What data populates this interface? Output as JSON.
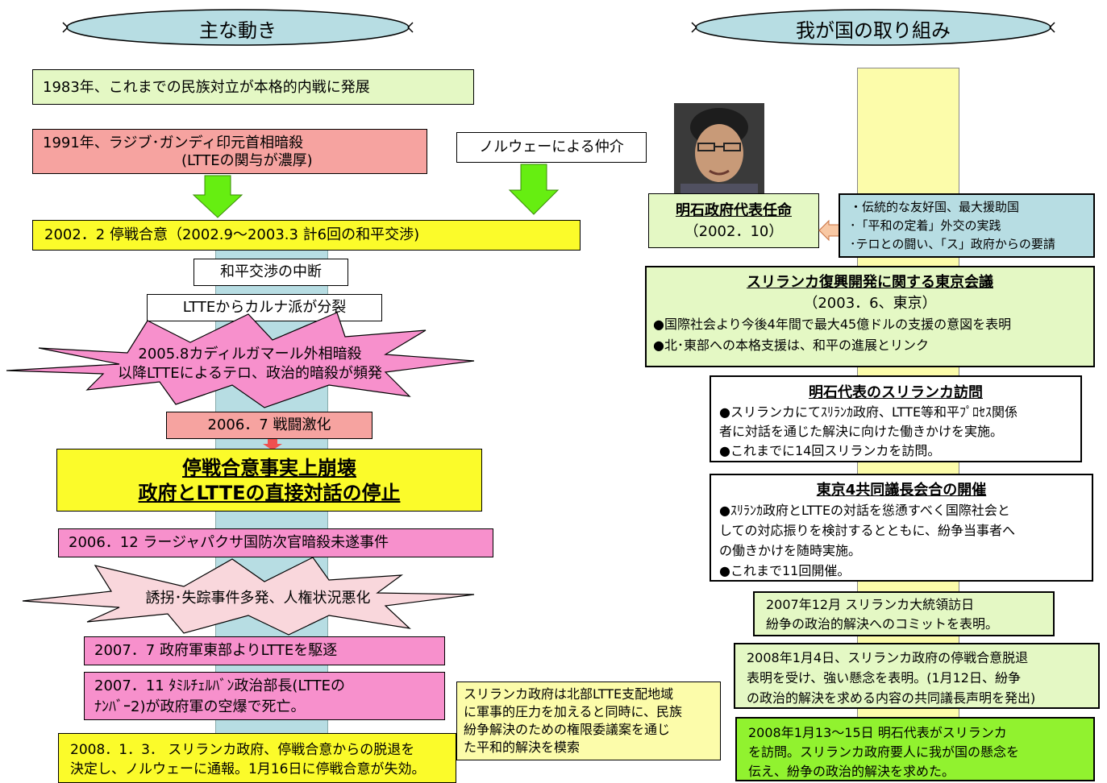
{
  "left_header": "主な動き",
  "right_header": "我が国の取り組み",
  "events": {
    "e1983": "1983年、これまでの民族対立が本格的内戦に発展",
    "e1991_l1": "1991年、ラジブ･ガンディ印元首相暗殺",
    "e1991_l2": "(LTTEの関与が濃厚)",
    "norway": "ノルウェーによる仲介",
    "e2002": "2002．2 停戦合意（2002.9～2003.3 計6回の和平交渉)",
    "suspend": "和平交渉の中断",
    "split": "LTTEからカルナ派が分裂",
    "e2005_l1": "2005.8カディルガマール外相暗殺",
    "e2005_l2": "以降LTTEによるテロ、政治的暗殺が頻発",
    "e2006_7": "2006．7 戦闘激化",
    "collapse_l1": "停戦合意事実上崩壊",
    "collapse_l2": "政府とLTTEの直接対話の停止",
    "e2006_12": "2006．12 ラージャパクサ国防次官暗殺未遂事件",
    "kidnap": "誘拐･失踪事件多発、人権状況悪化",
    "e2007_7": "2007．7 政府軍東部よりLTTEを駆逐",
    "e2007_11_l1": "2007．11 ﾀﾐﾙﾁｪﾙﾊﾞﾝ政治部長(LTTEの",
    "e2007_11_l2": "ﾅﾝﾊﾞｰ2)が政府軍の空爆で死亡。",
    "gov_note_l1": "スリランカ政府は北部LTTE支配地域",
    "gov_note_l2": "に軍事的圧力を加えると同時に、民族",
    "gov_note_l3": "紛争解決のための権限委議案を通じ",
    "gov_note_l4": "た平和的解決を模索",
    "e2008_l1": "2008．1．3． スリランカ政府、停戦合意からの脱退を",
    "e2008_l2": "決定し、ノルウェーに通報。1月16日に停戦合意が失効。"
  },
  "japan": {
    "appoint_title": "明石政府代表任命",
    "appoint_date": "（2002．10）",
    "reasons": [
      "・伝統的な友好国、最大援助国",
      "･「平和の定着」外交の実践",
      "･テロとの闘い、「ス」政府からの要請"
    ],
    "tokyo_title": "スリランカ復興開発に関する東京会議",
    "tokyo_date": "（2003．6、東京）",
    "tokyo_items": [
      "●国際社会より今後4年間で最大45億ドルの支援の意図を表明",
      "●北･東部への本格支援は、和平の進展とリンク"
    ],
    "visit_title": "明石代表のスリランカ訪問",
    "visit_items": [
      "●スリランカにてｽﾘﾗﾝｶ政府、LTTE等和平ﾌﾟﾛｾｽ関係",
      "者に対話を通じた解決に向けた働きかけを実施。",
      "●これまでに14回スリランカを訪問。"
    ],
    "cochair_title": "東京4共同議長会合の開催",
    "cochair_items": [
      "●ｽﾘﾗﾝｶ政府とLTTEの対話を慫慂すべく国際社会と",
      "しての対応振りを検討するとともに、紛争当事者へ",
      "の働きかけを随時実施。",
      "●これまで11回開催。"
    ],
    "visit2007": [
      "2007年12月 スリランカ大統領訪日",
      "紛争の政治的解決へのコミットを表明。"
    ],
    "concern2008": [
      "2008年1月4日、スリランカ政府の停戦合意脱退",
      "表明を受け、強い懸念を表明。(1月12日、紛争",
      "の政治的解決を求める内容の共同議長声明を発出)"
    ],
    "visit2008": [
      "2008年1月13～15日 明石代表がスリランカ",
      "を訪問。スリランカ政府要人に我が国の懸念を",
      "伝え、紛争の政治的解決を求めた。"
    ]
  },
  "colors": {
    "cloud": "#b7dde3",
    "pale_green": "#e4f8c4",
    "salmon": "#f6a3a0",
    "yellow": "#fbfb2a",
    "light_yellow": "#fcfcaa",
    "pink": "#f790cc",
    "light_pink": "#f9d7dc",
    "spine_blue": "#b7dde3",
    "bright_green": "#91f22f",
    "arrow_green": "#66ee11"
  }
}
